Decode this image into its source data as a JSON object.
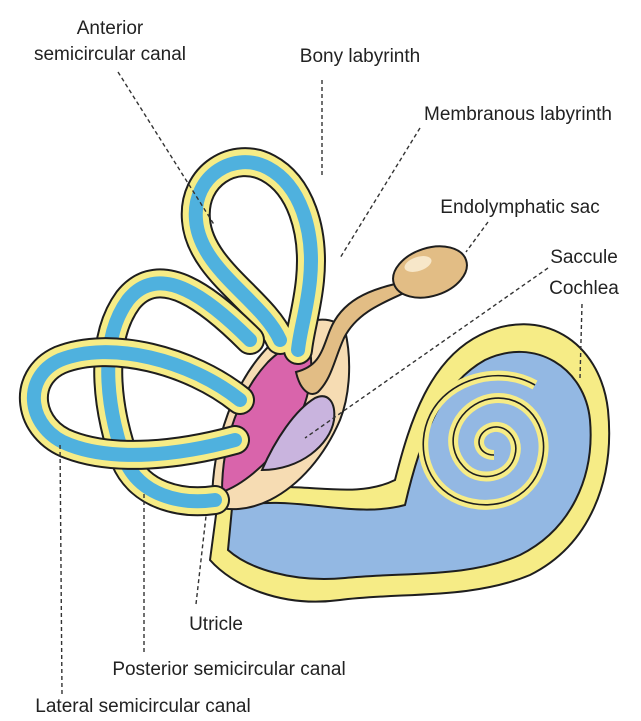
{
  "labels": {
    "anterior_line1": "Anterior",
    "anterior_line2": "semicircular canal",
    "bony": "Bony labyrinth",
    "membranous": "Membranous labyrinth",
    "endolymphatic": "Endolymphatic sac",
    "saccule": "Saccule",
    "cochlea": "Cochlea",
    "utricle": "Utricle",
    "posterior": "Posterior semicircular canal",
    "lateral": "Lateral semicircular canal"
  },
  "colors": {
    "bony": "#f6ec86",
    "membranous": "#4fb1de",
    "cochlea_fill": "#93b8e3",
    "perilymph": "#f6dcb3",
    "utricle": "#d964ab",
    "saccule": "#c9b4de",
    "sac": "#e2bd85",
    "outline": "#1e1e1e"
  }
}
